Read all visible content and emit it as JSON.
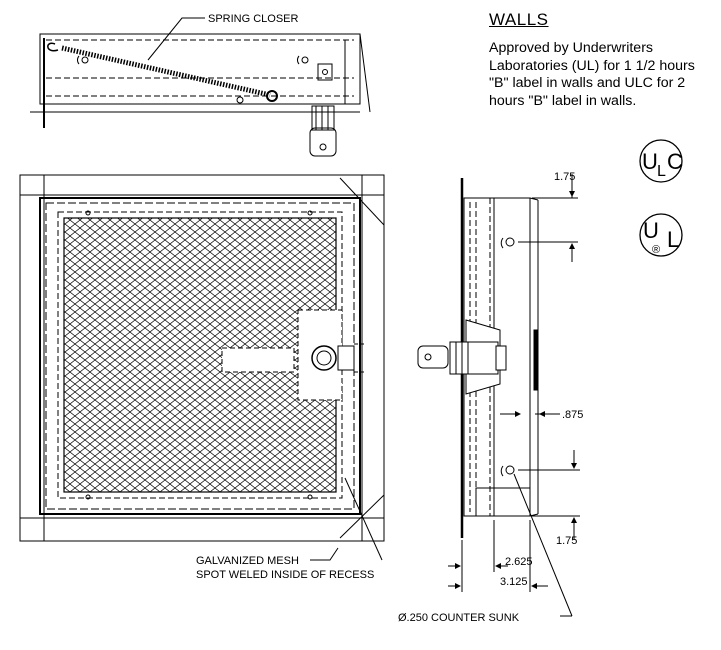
{
  "labels": {
    "spring_closer": "SPRING CLOSER",
    "mesh_line1": "GALVANIZED MESH",
    "mesh_line2": "SPOT WELED  INSIDE OF RECESS",
    "counter_sunk": "Ø.250 COUNTER SUNK"
  },
  "walls": {
    "heading": "WALLS",
    "text": "Approved by Underwriters Laboratories (UL) for 1 1/2 hours \"B\" label in walls and ULC for 2 hours \"B\" label in walls."
  },
  "dimensions": {
    "top_offset": "1.75",
    "side_offset": ".875",
    "bottom_offset": "1.75",
    "depth_inner": "2.625",
    "depth_outer": "3.125"
  },
  "marks": {
    "ulc": {
      "left": "U",
      "sub": "L",
      "right": "C"
    },
    "ul": {
      "left": "U",
      "reg": "®",
      "right": "L"
    }
  }
}
